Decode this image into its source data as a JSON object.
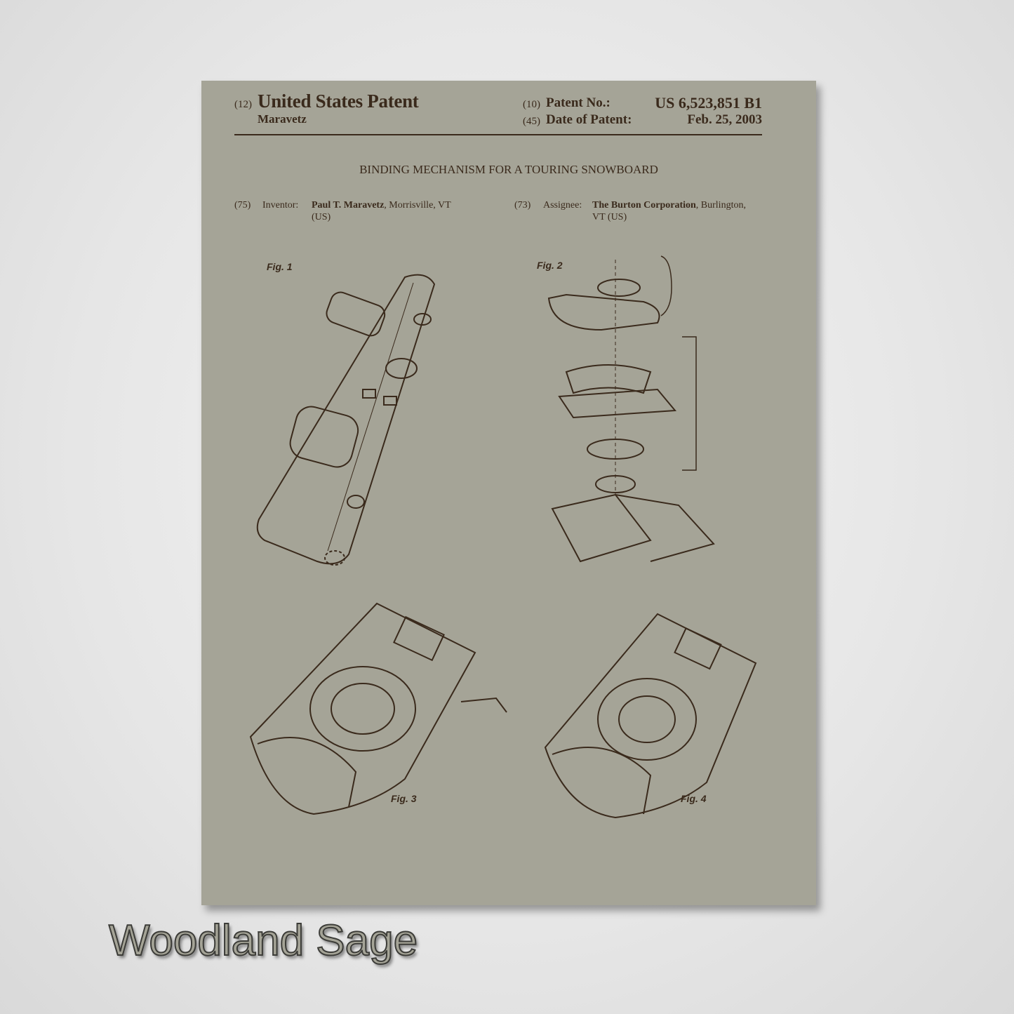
{
  "patent": {
    "code_12": "(12)",
    "heading": "United States Patent",
    "surname": "Maravetz",
    "code_10": "(10)",
    "patent_no_label": "Patent No.:",
    "patent_no": "US 6,523,851 B1",
    "code_45": "(45)",
    "date_label": "Date of Patent:",
    "date": "Feb. 25, 2003",
    "title": "BINDING MECHANISM FOR A TOURING SNOWBOARD",
    "code_75": "(75)",
    "inventor_label": "Inventor:",
    "inventor_name": "Paul T. Maravetz",
    "inventor_loc": ", Morrisville, VT",
    "inventor_loc2": "(US)",
    "code_73": "(73)",
    "assignee_label": "Assignee:",
    "assignee_name": "The Burton Corporation",
    "assignee_loc": ", Burlington,",
    "assignee_loc2": "VT (US)",
    "figures": [
      "Fig. 1",
      "Fig. 2",
      "Fig. 3",
      "Fig. 4"
    ]
  },
  "caption": "Woodland Sage",
  "colors": {
    "paper": "#a5a497",
    "ink": "#3a2a1c",
    "wall": "#e6e6e6"
  }
}
